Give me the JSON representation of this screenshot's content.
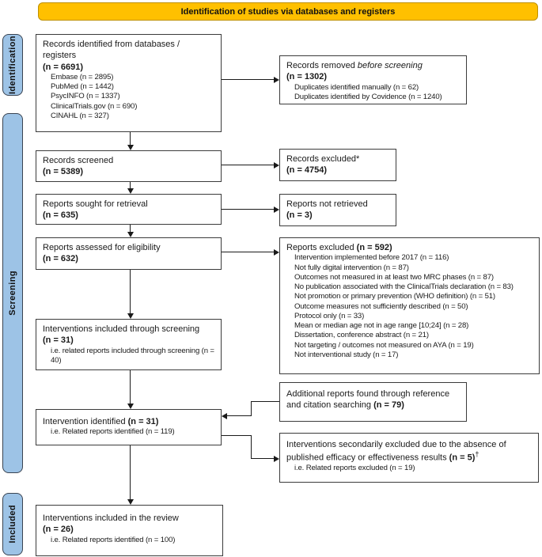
{
  "banner": {
    "label": "Identification of studies via databases and registers"
  },
  "stages": {
    "identification": "Identification",
    "screening": "Screening",
    "included": "Included"
  },
  "boxes": {
    "records_identified": {
      "title": "Records identified from databases / registers",
      "count": "(n = 6691)",
      "items": [
        "Embase (n = 2895)",
        "PubMed (n = 1442)",
        "PsycINFO (n = 1337)",
        "ClinicalTrials.gov (n = 690)",
        "CINAHL (n = 327)"
      ]
    },
    "records_removed": {
      "title_prefix": "Records removed ",
      "title_italic": "before screening",
      "count": "(n = 1302)",
      "items": [
        "Duplicates identified manually (n = 62)",
        "Duplicates identified by Covidence (n = 1240)"
      ]
    },
    "records_screened": {
      "title": "Records screened",
      "count": "(n = 5389)"
    },
    "records_excluded": {
      "title": "Records excluded*",
      "count": "(n = 4754)"
    },
    "reports_sought": {
      "title": "Reports sought for retrieval",
      "count": "(n = 635)"
    },
    "reports_not_retrieved": {
      "title": "Reports not retrieved",
      "count": "(n = 3)"
    },
    "reports_assessed": {
      "title": "Reports assessed for eligibility",
      "count": "(n = 632)"
    },
    "reports_excluded": {
      "title": "Reports excluded ",
      "count": "(n = 592)",
      "items": [
        "Intervention implemented before 2017 (n = 116)",
        "Not fully digital intervention (n = 87)",
        "Outcomes not measured in at least two MRC phases (n = 87)",
        "No publication associated with the ClinicalTrials declaration (n = 83)",
        "Not promotion or primary prevention (WHO definition) (n = 51)",
        "Outcome measures not sufficiently described (n = 50)",
        "Protocol only (n = 33)",
        "Mean or median age not in age range [10;24] (n = 28)",
        "Dissertation, conference abstract (n = 21)",
        "Not targeting / outcomes not measured on AYA (n = 19)",
        "Not interventional study (n = 17)"
      ]
    },
    "interventions_included_screening": {
      "title": "Interventions included through screening",
      "count": "(n = 31)",
      "note": "i.e. related reports included through screening (n = 40)"
    },
    "additional_reports": {
      "title": "Additional reports found through reference and citation searching ",
      "count": "(n = 79)"
    },
    "intervention_identified": {
      "title": "Intervention identified ",
      "count": "(n = 31)",
      "note": "i.e. Related reports identified (n = 119)"
    },
    "interventions_secondarily_excluded": {
      "title": "Interventions secondarily excluded due to the absence of published efficacy or effectiveness results ",
      "count": "(n = 5)",
      "dagger": "†",
      "note": "i.e. Related reports excluded (n = 19)"
    },
    "interventions_included_review": {
      "title": "Interventions included in the review",
      "count": "(n = 26)",
      "note": "i.e. Related reports identified (n = 100)"
    }
  },
  "colors": {
    "banner_fill": "#FFC000",
    "banner_border": "#BF9000",
    "stage_fill": "#9DC3E6",
    "stage_border": "#3A4452",
    "box_border": "#3B3B3B",
    "line": "#1A1A1A"
  }
}
